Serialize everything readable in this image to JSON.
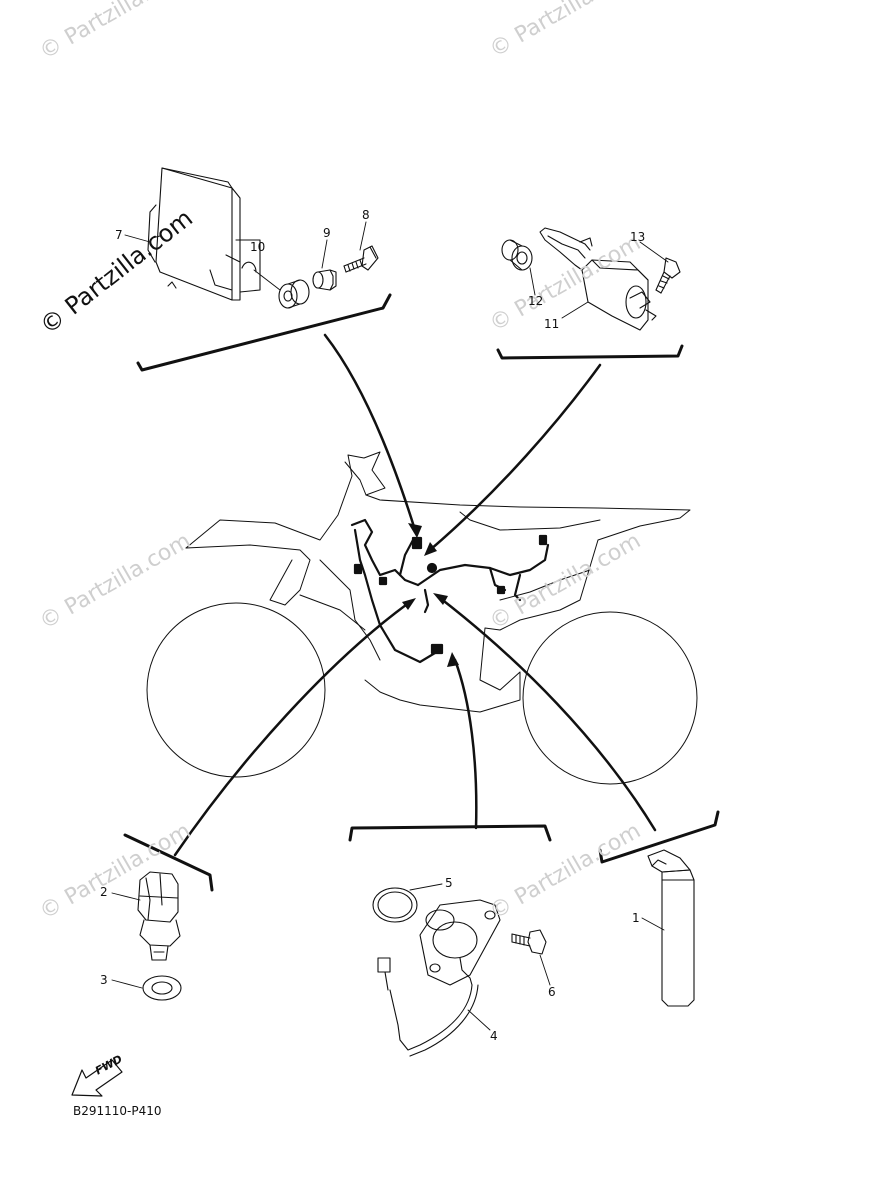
{
  "watermark": {
    "text": "© Partzilla.com"
  },
  "diagram_code": "B291110-P410",
  "fwd_label": "FWD",
  "callouts": {
    "c1": "1",
    "c2": "2",
    "c3": "3",
    "c4": "4",
    "c5": "5",
    "c6": "6",
    "c7": "7",
    "c8": "8",
    "c9": "9",
    "c10": "10",
    "c11": "11",
    "c12": "12",
    "c13": "13"
  }
}
